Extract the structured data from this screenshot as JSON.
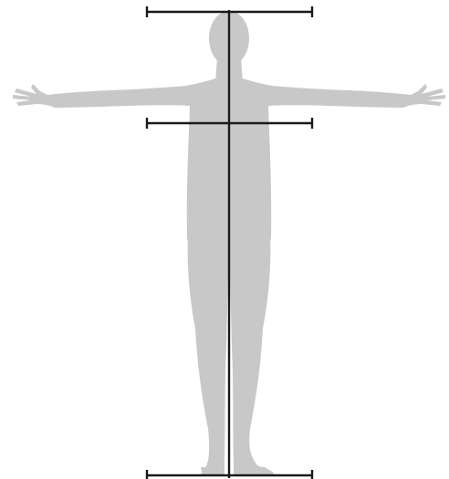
{
  "diagram": {
    "subject": "human-figure-t-pose",
    "colors": {
      "background": "#ffffff",
      "silhouette": "#c8c8c8",
      "measure_lines": "#1a1a1a"
    },
    "measurement_markers": [
      {
        "name": "top-marker"
      },
      {
        "name": "shoulder-marker"
      },
      {
        "name": "bottom-marker"
      }
    ],
    "center_line": "vertical-height-line"
  }
}
